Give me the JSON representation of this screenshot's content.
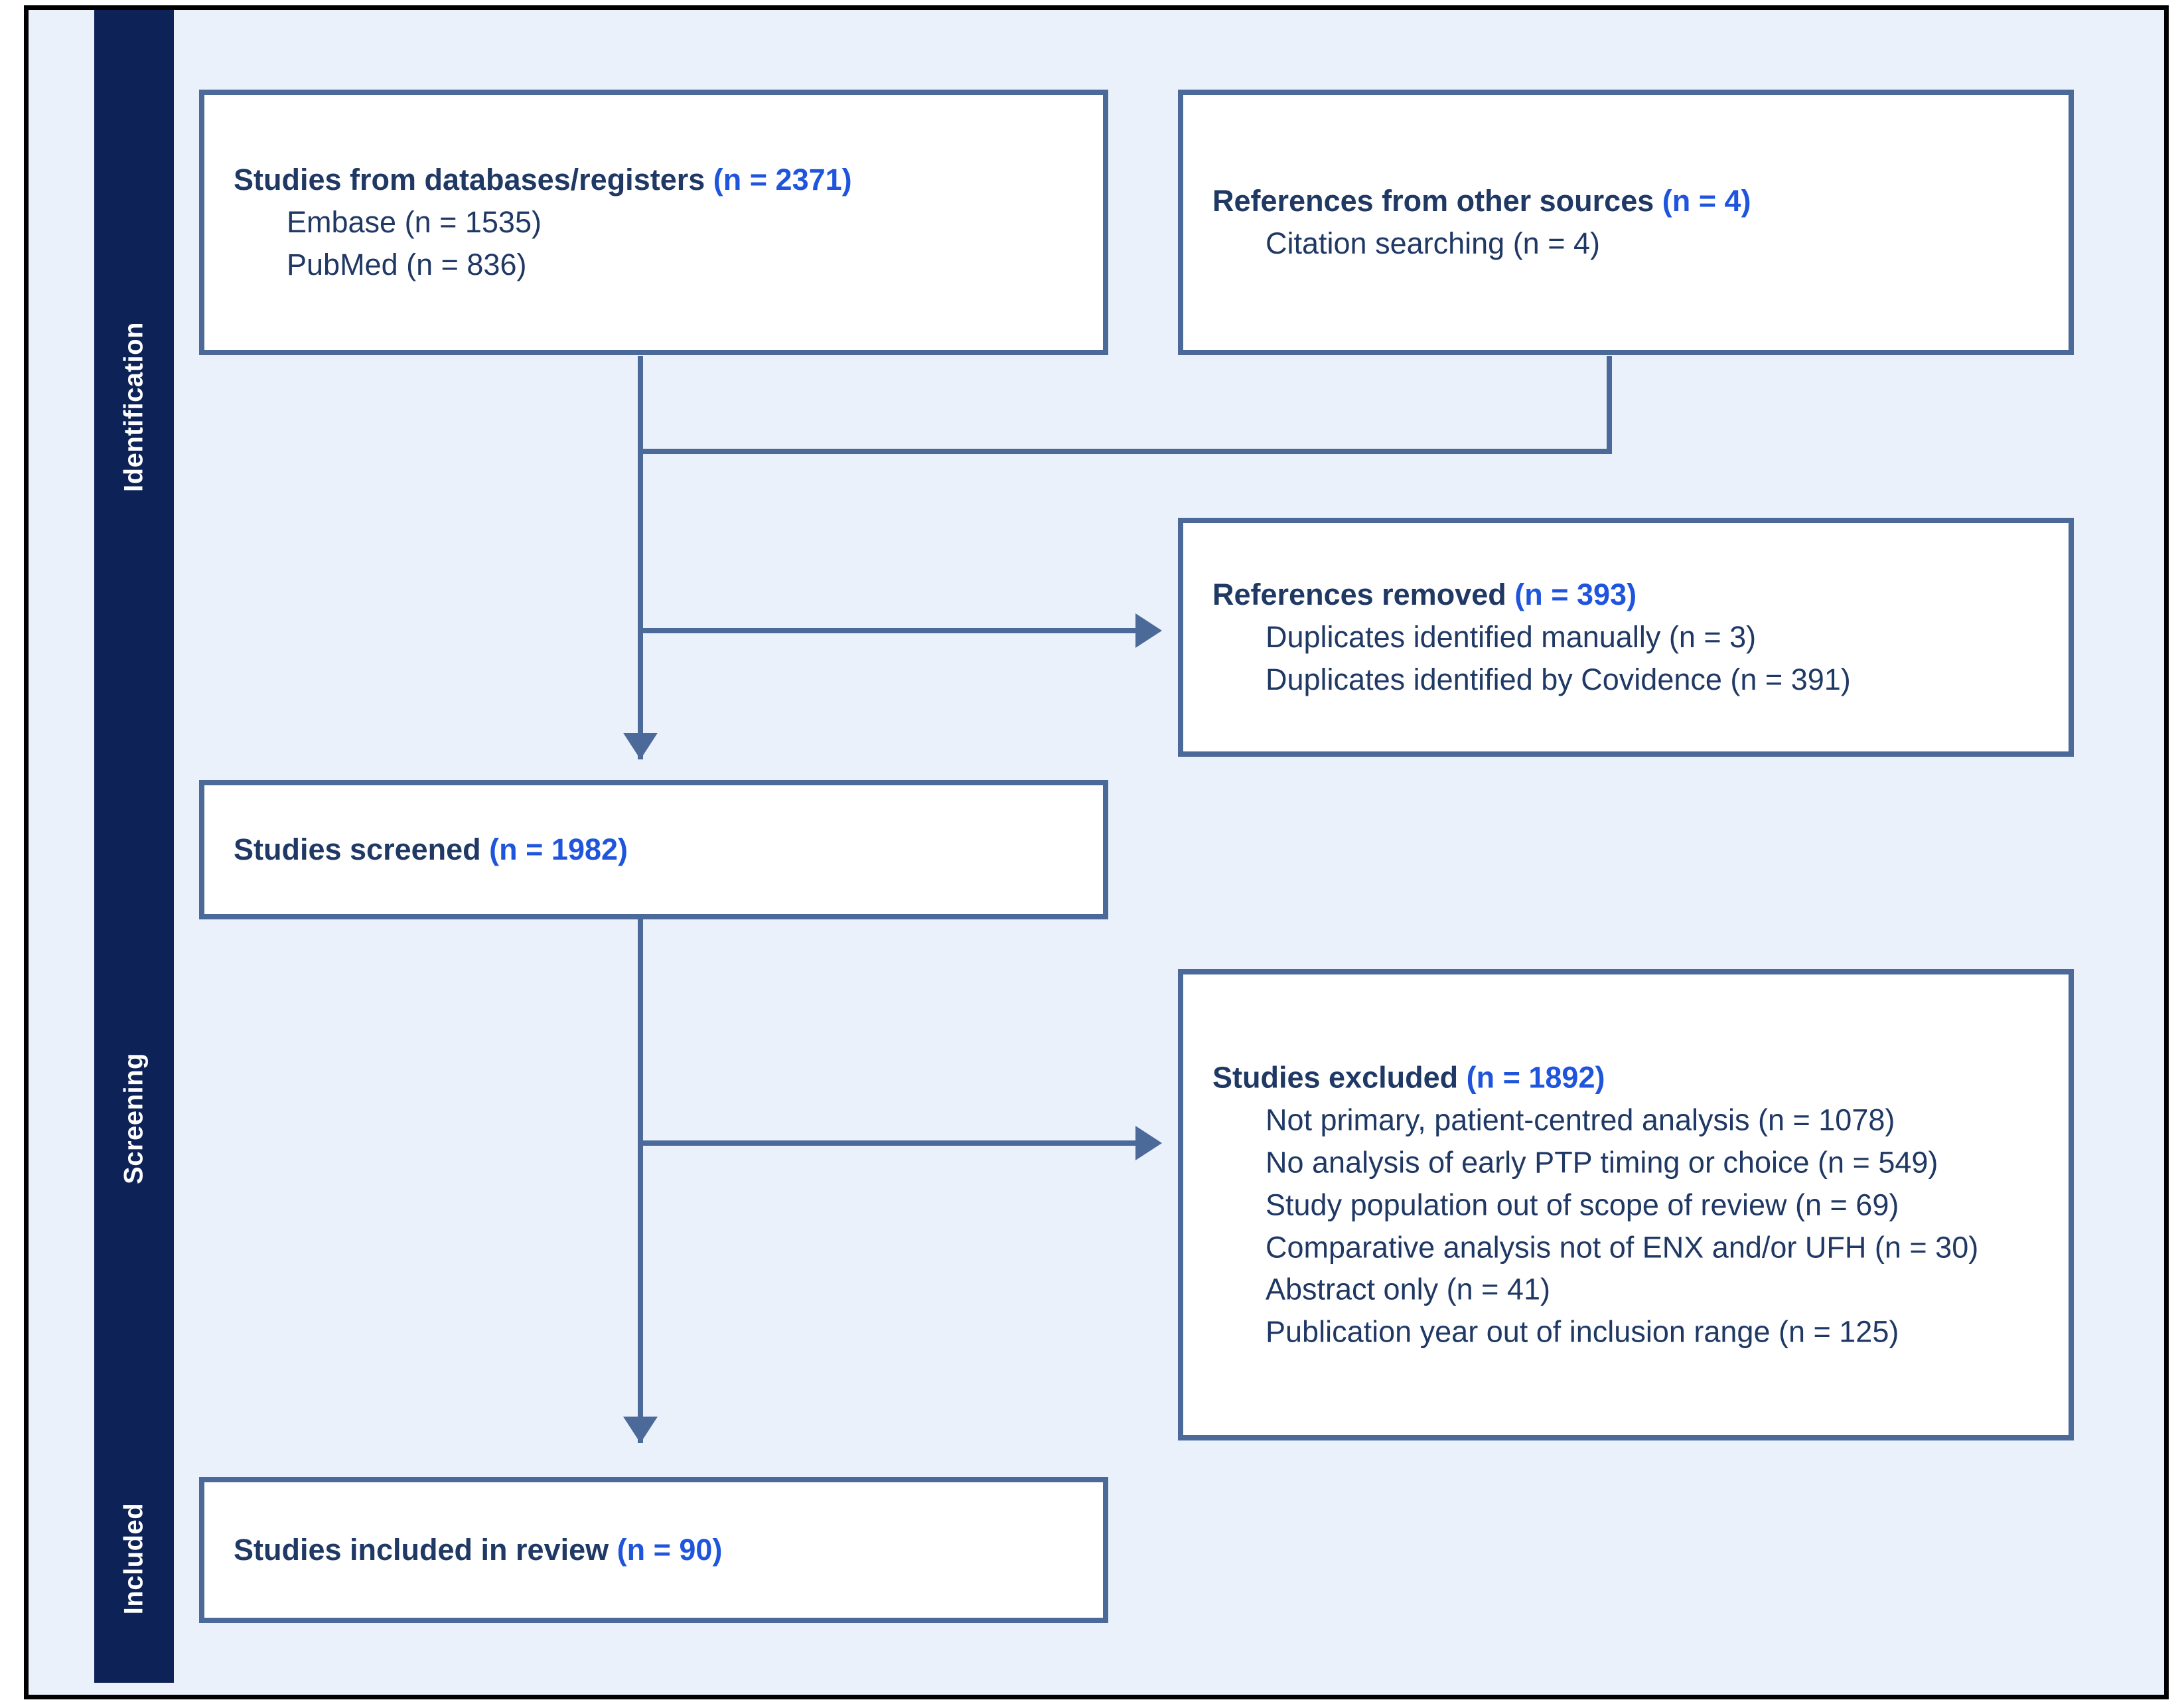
{
  "diagram": {
    "type": "prisma-flow-diagram",
    "colors": {
      "canvas_background": "#eaf1fb",
      "rail_background": "#0d2357",
      "rail_text": "#ffffff",
      "box_border": "#4b6a99",
      "box_background": "#ffffff",
      "body_text": "#1f3864",
      "count_text": "#1f55dd",
      "frame_border": "#000000"
    },
    "stages": [
      {
        "id": "identification",
        "label": "Identification"
      },
      {
        "id": "screening",
        "label": "Screening"
      },
      {
        "id": "included",
        "label": "Included"
      }
    ],
    "boxes": [
      {
        "id": "databases-registers",
        "heading_text": "Studies from databases/registers ",
        "heading_count": "(n = 2371)",
        "sub_lines": [
          "Embase (n = 1535)",
          "PubMed (n = 836)"
        ]
      },
      {
        "id": "other-sources",
        "heading_text": "References from other sources ",
        "heading_count": "(n = 4)",
        "sub_lines": [
          "Citation searching (n = 4)"
        ]
      },
      {
        "id": "references-removed",
        "heading_text": "References removed ",
        "heading_count": "(n = 393)",
        "sub_lines": [
          "Duplicates identified manually (n = 3)",
          "Duplicates identified by Covidence (n = 391)"
        ]
      },
      {
        "id": "studies-screened",
        "heading_text": "Studies screened ",
        "heading_count": "(n = 1982)",
        "sub_lines": []
      },
      {
        "id": "studies-excluded",
        "heading_text": "Studies excluded ",
        "heading_count": "(n = 1892)",
        "sub_lines": [
          "Not primary, patient-centred analysis (n = 1078)",
          "No analysis of early PTP timing or choice (n = 549)",
          "Study population out of scope of review (n = 69)",
          "Comparative analysis not of ENX and/or UFH (n = 30)",
          "Abstract only (n = 41)",
          "Publication year out of inclusion range (n = 125)"
        ]
      },
      {
        "id": "studies-included",
        "heading_text": "Studies included in review ",
        "heading_count": "(n = 90)",
        "sub_lines": []
      }
    ]
  }
}
